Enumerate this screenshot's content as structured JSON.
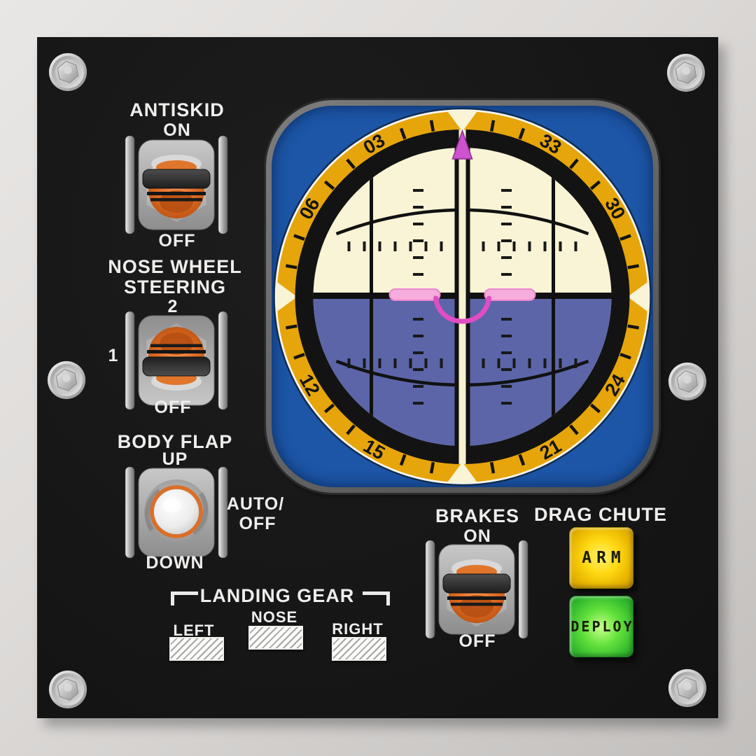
{
  "antiskid": {
    "title": "ANTISKID",
    "on": "ON",
    "off": "OFF"
  },
  "nws": {
    "title1": "NOSE WHEEL",
    "title2": "STEERING",
    "pos2": "2",
    "pos1": "1",
    "off": "OFF"
  },
  "bodyflap": {
    "title": "BODY FLAP",
    "up": "UP",
    "auto1": "AUTO/",
    "auto2": "OFF",
    "down": "DOWN"
  },
  "brakes": {
    "title": "BRAKES",
    "on": "ON",
    "off": "OFF"
  },
  "dragchute": {
    "title": "DRAG CHUTE",
    "arm": "ARM",
    "deploy": "DEPLOY"
  },
  "gear": {
    "title": "LANDING GEAR",
    "left": "LEFT",
    "nose": "NOSE",
    "right": "RIGHT"
  },
  "adi": {
    "compass_labels": [
      {
        "text": "03",
        "angle": -30,
        "rot": -30
      },
      {
        "text": "06",
        "angle": -60,
        "rot": -60
      },
      {
        "text": "12",
        "angle": -120,
        "rot": 60
      },
      {
        "text": "15",
        "angle": -150,
        "rot": 30
      },
      {
        "text": "21",
        "angle": 150,
        "rot": -30
      },
      {
        "text": "24",
        "angle": 120,
        "rot": -60
      },
      {
        "text": "30",
        "angle": 60,
        "rot": 60
      },
      {
        "text": "33",
        "angle": 30,
        "rot": 30
      }
    ],
    "colors": {
      "dial_background": "#1d56a7",
      "gold_ring": "#e6a50a",
      "black_ring": "#131313",
      "sky": "#f8f4d5",
      "ground": "#5b65a8",
      "flight_director_pink": "#f6acdc",
      "flight_director_magenta": "#e14dc2",
      "pointer_magenta": "#cd52cd",
      "white_rim": "#f7f7f2"
    }
  },
  "colors": {
    "panel": "#171717",
    "wall": "#d9d6d4",
    "label_white": "#efeeec",
    "arm_yellow": "#ffd913",
    "deploy_green": "#4ed43b",
    "toggle_orange": "#e2702a"
  }
}
